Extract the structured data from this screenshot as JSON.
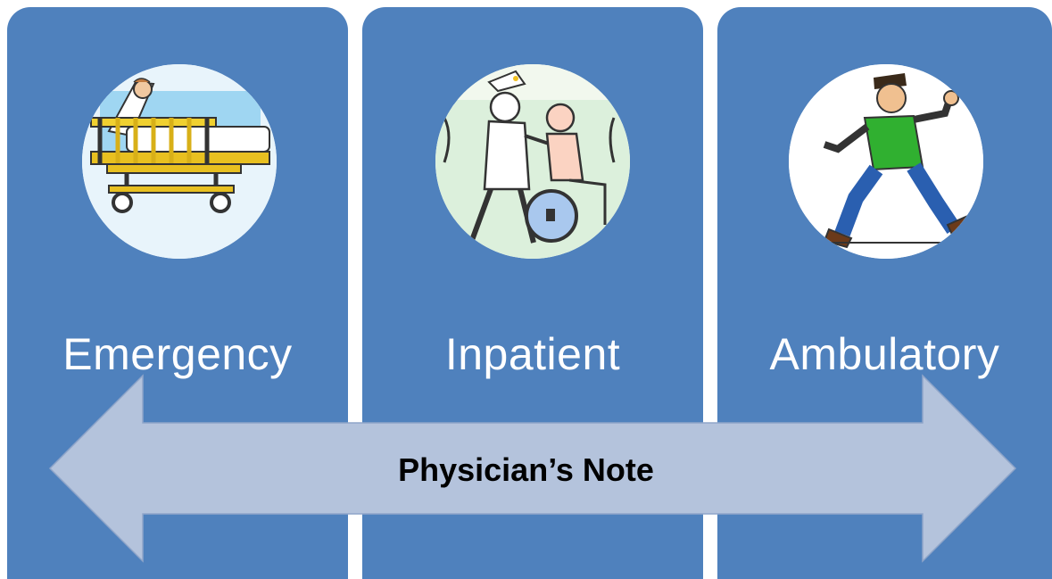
{
  "categories": [
    {
      "label": "Emergency",
      "icon": "patient-on-stretcher-icon"
    },
    {
      "label": "Inpatient",
      "icon": "nurse-pushing-wheelchair-icon"
    },
    {
      "label": "Ambulatory",
      "icon": "walking-man-thumbs-up-icon"
    }
  ],
  "arrow": {
    "label": "Physician’s Note"
  },
  "colors": {
    "panel": "#4f81bd",
    "arrow": "#b4c3dc",
    "arrow_stroke": "#8fa5c9",
    "text_light": "#ffffff",
    "text_dark": "#000000"
  }
}
